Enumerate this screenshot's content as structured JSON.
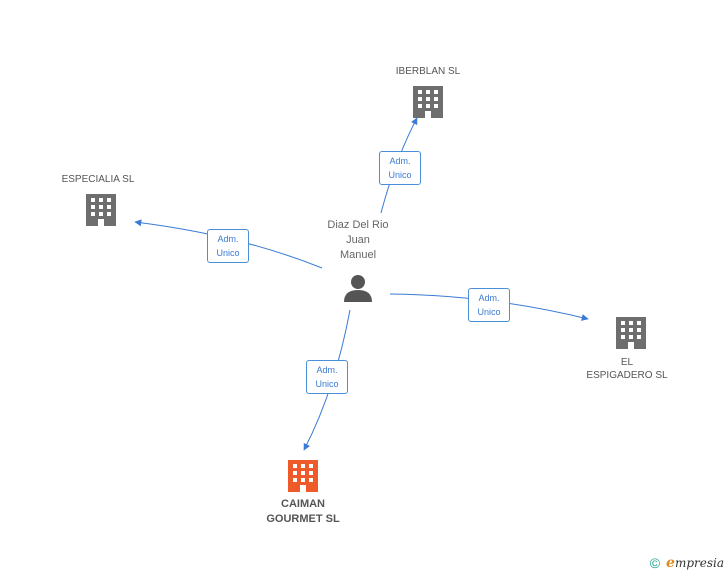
{
  "colors": {
    "edge": "#3a7bd5",
    "company": "#6e6e6e",
    "main_company": "#ee5a2a",
    "person": "#555555"
  },
  "person": {
    "name_line1": "Diaz Del Rio",
    "name_line2": "Juan",
    "name_line3": "Manuel",
    "icon": "person-icon"
  },
  "companies": [
    {
      "id": "iberblan",
      "name": "IBERBLAN SL",
      "icon": "building-icon"
    },
    {
      "id": "especialia",
      "name": "ESPECIALIA SL",
      "icon": "building-icon"
    },
    {
      "id": "espigadero",
      "name_line1": "EL",
      "name_line2": "ESPIGADERO SL",
      "icon": "building-icon"
    },
    {
      "id": "caiman",
      "name_line1": "CAIMAN",
      "name_line2": "GOURMET SL",
      "icon": "building-icon",
      "highlight": true
    }
  ],
  "edges": [
    {
      "to": "iberblan",
      "line1": "Adm.",
      "line2": "Unico"
    },
    {
      "to": "especialia",
      "line1": "Adm.",
      "line2": "Unico"
    },
    {
      "to": "espigadero",
      "line1": "Adm.",
      "line2": "Unico"
    },
    {
      "to": "caiman",
      "line1": "Adm.",
      "line2": "Unico"
    }
  ],
  "footer": {
    "copyright_symbol": "©",
    "brand_first": "e",
    "brand_rest": "mpresia"
  }
}
